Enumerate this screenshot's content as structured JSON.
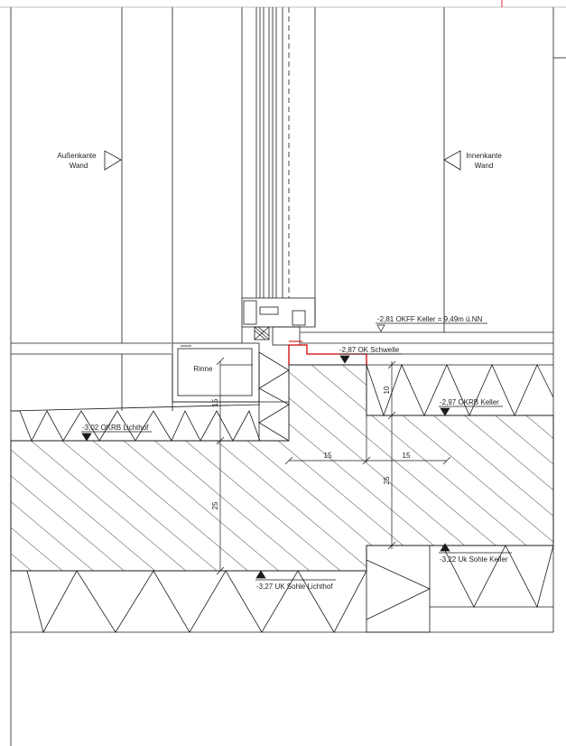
{
  "labels": {
    "outer_wall": [
      "Außenkante",
      "Wand"
    ],
    "inner_wall": [
      "Innenkante",
      "Wand"
    ],
    "gutter": "Rinne"
  },
  "levels": {
    "okff": "-2,81 OKFF Keller = 9,49m ü.NN",
    "threshold": "-2,87 OK Schwelle",
    "okrb_keller": "-2,97 OKRB Keller",
    "okrb_lichthof": "-3,02 OKRB Lichthof",
    "uk_sohle_keller": "-3,22 Uk Sohle Keller",
    "uk_sohle_lichthof": "-3,27 UK Sohle Lichthof"
  },
  "dimensions": {
    "d_10": "10",
    "d_15_vertical": "15",
    "d_15_left": "15",
    "d_15_right": "15",
    "d_25_right": "25",
    "d_25_left": "25"
  },
  "colors": {
    "line": "#1a1a1a",
    "accent": "#d40000",
    "background": "#ffffff"
  }
}
